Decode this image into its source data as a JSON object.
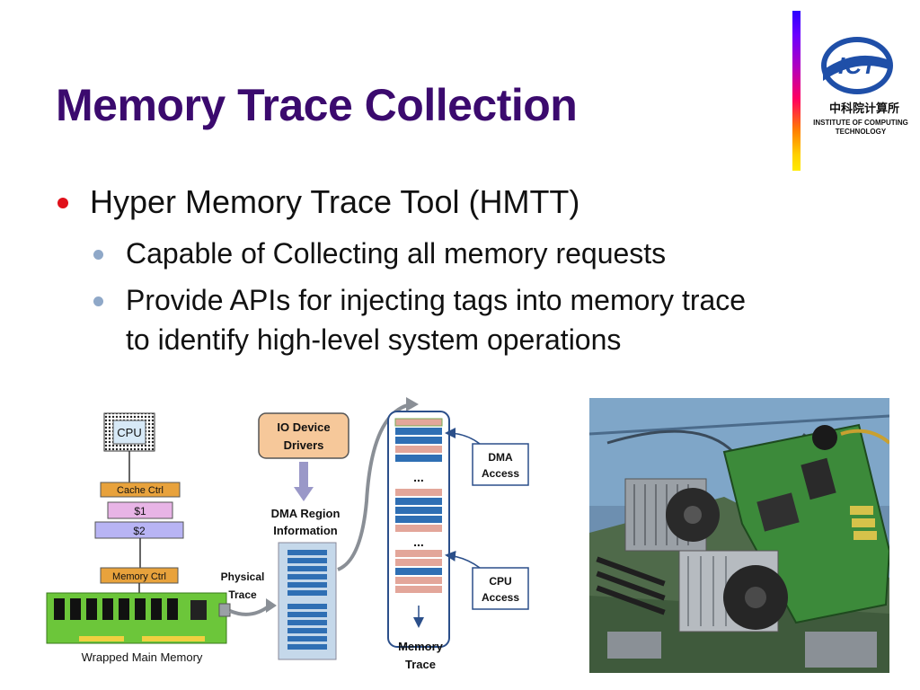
{
  "slide": {
    "title": "Memory Trace Collection",
    "bullets": [
      {
        "level": 1,
        "text": "Hyper Memory Trace Tool (HMTT)"
      },
      {
        "level": 2,
        "text": "Capable of Collecting all memory requests"
      },
      {
        "level": 2,
        "line1": "Provide APIs for injecting tags into memory trace",
        "line2": "to identify high-level system operations"
      }
    ]
  },
  "logo": {
    "letters": "ICT",
    "chinese": "中科院计算所",
    "english_line1": "INSTITUTE OF COMPUTING",
    "english_line2": "TECHNOLOGY"
  },
  "diagram": {
    "cpu": "CPU",
    "cache_ctrl": "Cache Ctrl",
    "l1": "$1",
    "l2": "$2",
    "memory_ctrl": "Memory Ctrl",
    "main_memory": "Wrapped Main Memory",
    "physical_trace_1": "Physical",
    "physical_trace_2": "Trace",
    "io_drivers_1": "IO Device",
    "io_drivers_2": "Drivers",
    "dma_region_1": "DMA Region",
    "dma_region_2": "Information",
    "ellipsis": "...",
    "dma_access_1": "DMA",
    "dma_access_2": "Access",
    "cpu_access_1": "CPU",
    "cpu_access_2": "Access",
    "memory_trace_1": "Memory",
    "memory_trace_2": "Trace"
  },
  "colors": {
    "title": "#3b0a6e",
    "bullet1": "#e0101a",
    "bullet2": "#8fa8c8"
  }
}
